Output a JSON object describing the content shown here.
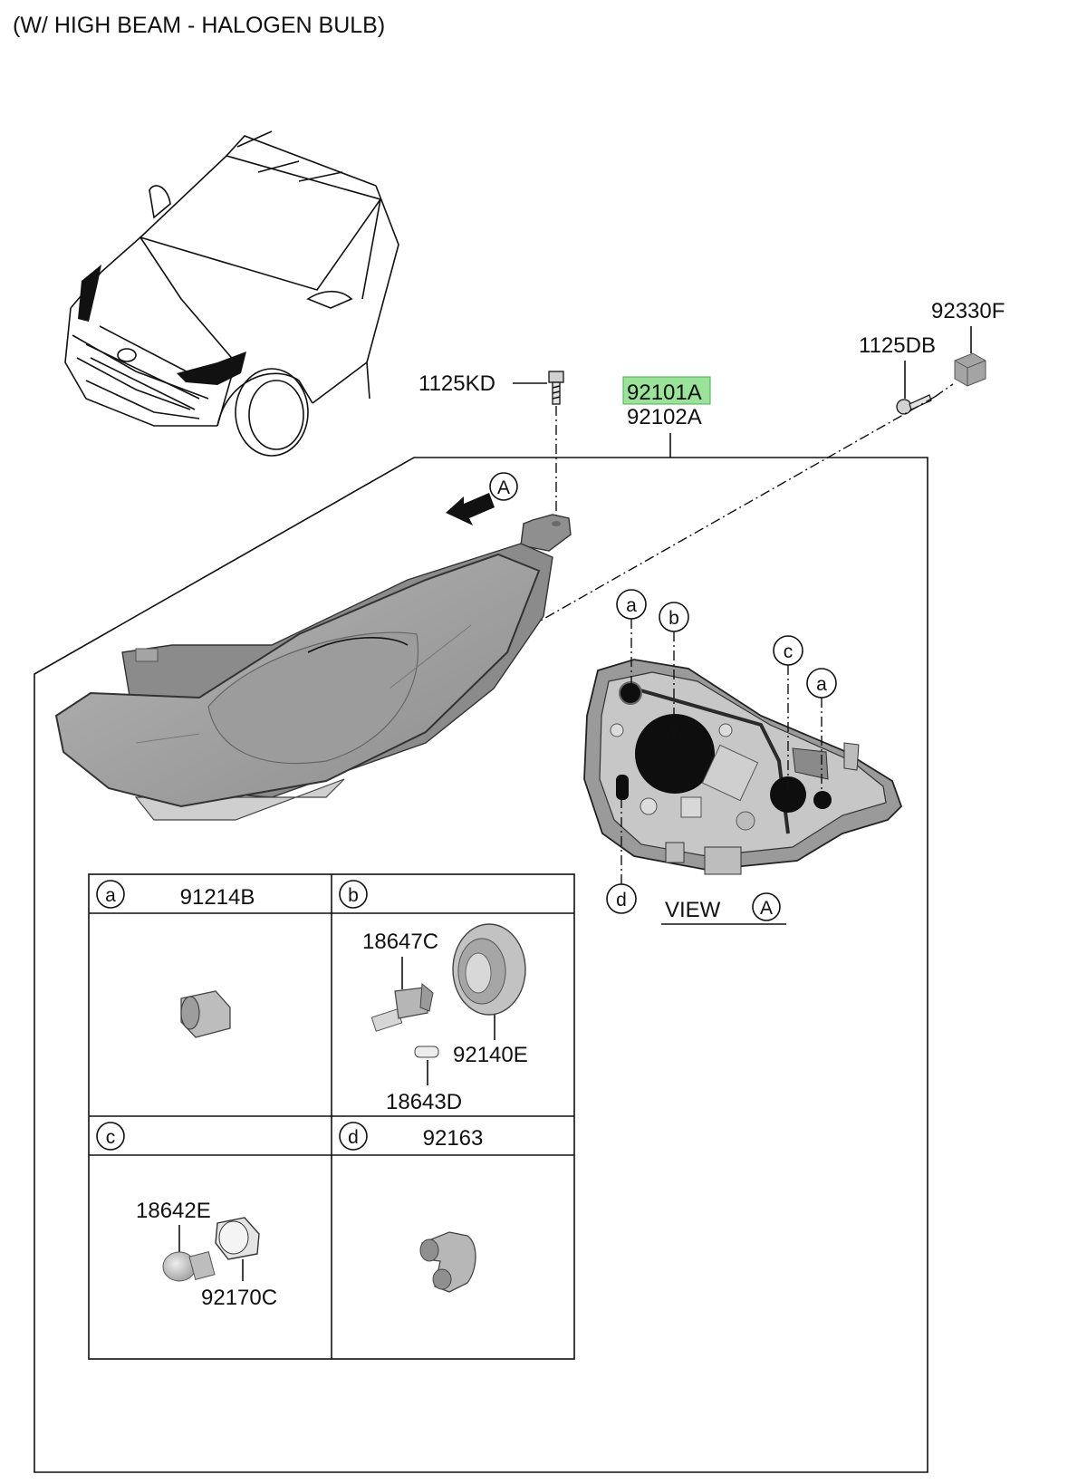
{
  "title": "(W/ HIGH BEAM - HALOGEN BULB)",
  "colors": {
    "highlight": "#9be39b",
    "housing": "#8e8e8e",
    "lens": "#a7a7a7",
    "line": "#111111"
  },
  "callouts": {
    "top_bolt": "1125KD",
    "main_part_highlighted": "92101A",
    "main_part_alt": "92102A",
    "screw": "1125DB",
    "clip": "92330F"
  },
  "view_marker": {
    "arrow_letter": "A",
    "view_label": "VIEW",
    "view_letter": "A"
  },
  "view_labels": [
    "a",
    "b",
    "c",
    "a",
    "d"
  ],
  "table": {
    "cells": [
      {
        "letter": "a",
        "header": "91214B",
        "parts": []
      },
      {
        "letter": "b",
        "header": "",
        "parts": [
          "18647C",
          "92140E",
          "18643D"
        ]
      },
      {
        "letter": "c",
        "header": "",
        "parts": [
          "18642E",
          "92170C"
        ]
      },
      {
        "letter": "d",
        "header": "92163",
        "parts": []
      }
    ]
  }
}
